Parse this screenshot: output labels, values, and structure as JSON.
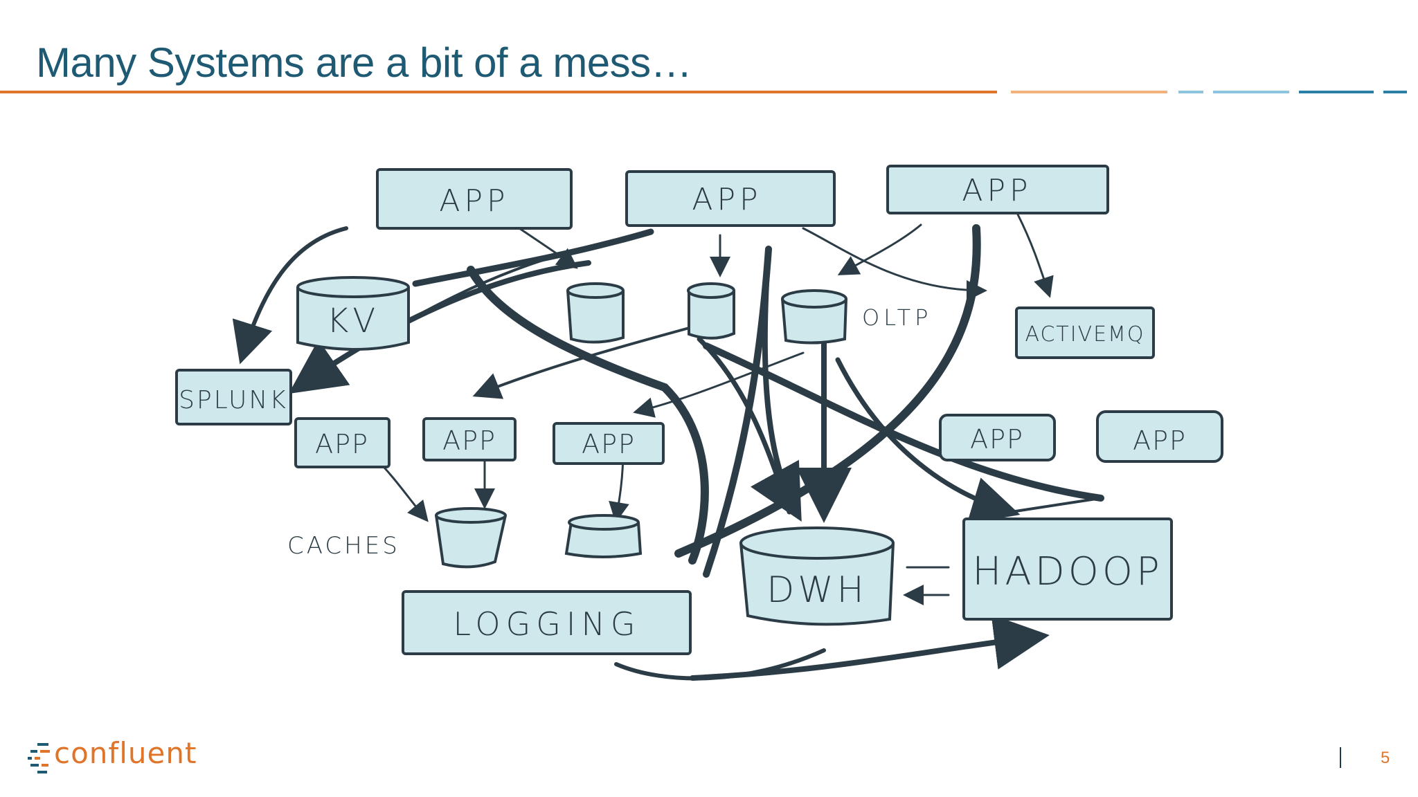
{
  "slide": {
    "title": "Many Systems are a bit of a mess…",
    "page_number": "5"
  },
  "colors": {
    "title": "#1e5a73",
    "rule_orange": "#e0752a",
    "rule_light_orange": "#f2b07a",
    "rule_light_blue": "#8dc5e0",
    "rule_blue": "#2a7fa6",
    "box_fill": "#cfe8ec",
    "ink": "#2b3c46"
  },
  "diagram": {
    "nodes": {
      "app_top_1": "APP",
      "app_top_2": "APP",
      "app_top_3": "APP",
      "kv_store": "KV",
      "olap": "OLTP",
      "activemq": "ACTIVEMQ",
      "splunk": "SPLUNK",
      "app_mid_1": "APP",
      "app_mid_2": "APP",
      "app_mid_3": "APP",
      "app_right_1": "APP",
      "app_right_2": "APP",
      "caches": "CACHES",
      "dwh": "DWH",
      "hadoop": "HADOOP",
      "logging": "LOGGING"
    }
  },
  "footer": {
    "logo_text": "confluent",
    "logo_icon": "confluent-logo-icon"
  }
}
